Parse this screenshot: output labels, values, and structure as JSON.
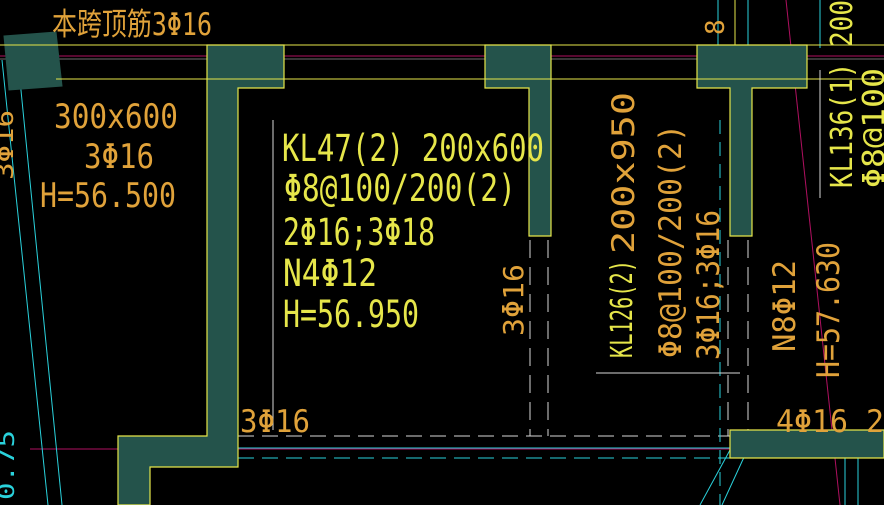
{
  "colors": {
    "background": "#000000",
    "wall_fill": "#24534b",
    "wall_edge": "#e6e64a",
    "beam_text": "#e6e64a",
    "rebar_text": "#e0a23a",
    "axis_line": "#b01060",
    "cyan_line": "#2ad2dc",
    "white_line": "#d8d8d8"
  },
  "annotations": {
    "top_label": "本跨顶筋3Φ16",
    "top_right_digit": "8",
    "column_size": "300x600",
    "column_rebar": "3Φ16",
    "column_height": "H=56.500",
    "left_edge_a": "3Φ16",
    "left_edge_b": "0.75",
    "kl47_name": "KL47(2) 200x600",
    "kl47_stirrup": "Φ8@100/200(2)",
    "kl47_main": "2Φ16;3Φ18",
    "kl47_side": "N4Φ12",
    "kl47_height": "H=56.950",
    "mid_vertical_rebar": "3Φ16",
    "kl126_section": "200x950",
    "kl126_name": "KL126(2)",
    "kl126_stirrup": "Φ8@100/200(2)",
    "kl126_main": "3Φ16;3Φ16",
    "kl126_side": "N8Φ12",
    "kl126_height": "H=57.630",
    "kl136_name": "KL136(1) 200",
    "kl136_stirrup": "Φ8@100",
    "bottom_left_rebar": "3Φ16",
    "bottom_right_rebar": "4Φ16 2"
  }
}
